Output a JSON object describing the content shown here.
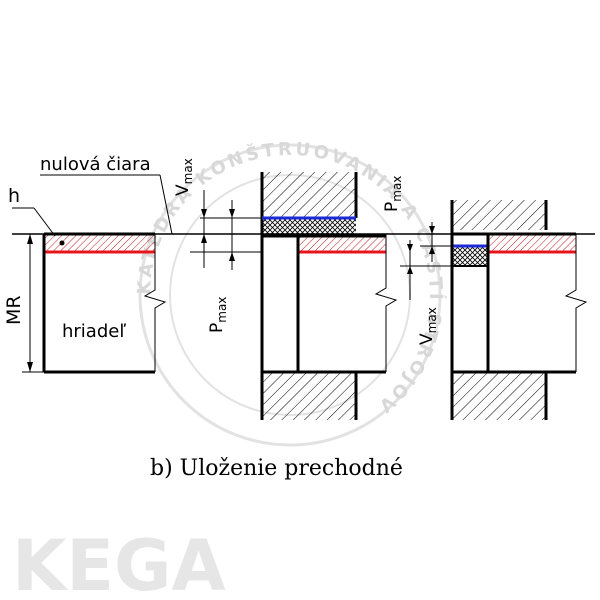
{
  "labels": {
    "zero_line": "nulová čiara",
    "h": "h",
    "mr": "MR",
    "shaft": "hriadeľ",
    "v_max": "V",
    "p_max": "P",
    "sub_max": "max"
  },
  "caption": "b)  Uloženie  prechodné",
  "watermark": {
    "logo_text": "KEGA",
    "stamp_text": "KATEDRA KONŠTRUOVANIA A ČASTÍ STROJOV"
  },
  "colors": {
    "line": "#000000",
    "shaft_tolerance": "#e8141c",
    "hole_tolerance": "#1b2bd6",
    "hatch": "#c01a20"
  }
}
